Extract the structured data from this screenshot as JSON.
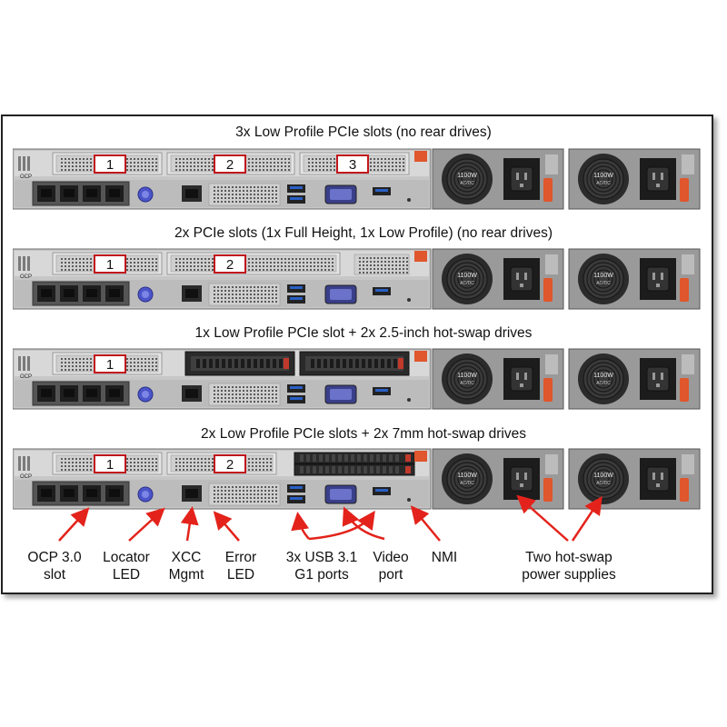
{
  "configs": [
    {
      "title": "3x Low Profile PCIe slots (no rear drives)",
      "slots": [
        "1",
        "2",
        "3"
      ]
    },
    {
      "title": "2x PCIe slots (1x Full Height, 1x Low Profile) (no rear drives)",
      "slots": [
        "1",
        "2"
      ]
    },
    {
      "title": "1x Low Profile PCIe slot + 2x 2.5-inch hot-swap drives",
      "slots": [
        "1"
      ]
    },
    {
      "title": "2x Low Profile PCIe slots + 2x 7mm hot-swap drives",
      "slots": [
        "1",
        "2"
      ]
    }
  ],
  "server_labels": {
    "ocp": "OCP",
    "psu_rating": "1100W",
    "psu_sub": "AC/DC"
  },
  "callouts": {
    "ocp": "OCP 3.0\nslot",
    "locator": "Locator\nLED",
    "xcc": "XCC\nMgmt",
    "error": "Error\nLED",
    "usb": "3x USB 3.1\nG1 ports",
    "video": "Video\nport",
    "nmi": "NMI",
    "psu": "Two hot-swap\npower supplies"
  },
  "colors": {
    "arrow": "#e3231b",
    "slot_label_border": "#c0161c",
    "usb_blue": "#2a5fc4",
    "locator_button": "#4b55c9",
    "psu_latch": "#e0562d"
  }
}
